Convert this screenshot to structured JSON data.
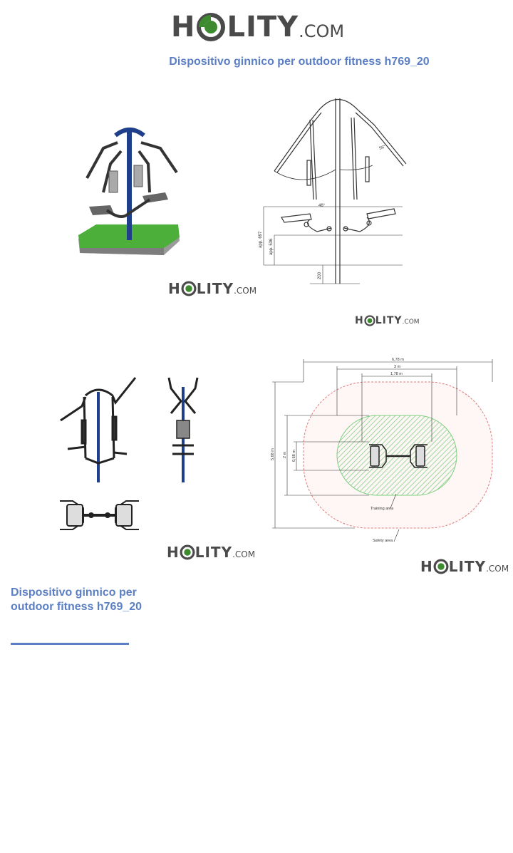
{
  "header": {
    "logo": {
      "brand_h": "H",
      "brand_rest": "LITY",
      "brand_suffix": ".COM"
    },
    "title": "Dispositivo ginnico per outdoor fitness h769_20"
  },
  "logos": {
    "small": {
      "brand_h": "H",
      "brand_rest": "LITY",
      "brand_suffix": ".COM"
    }
  },
  "drawing_side": {
    "angle_top": "56°",
    "angle_mid": "46°",
    "dim_outer": "app. 697",
    "dim_inner": "app. 536",
    "dim_base": "200"
  },
  "drawing_plan": {
    "dim_total_width": "6,78 m",
    "dim_mid_width": "3 m",
    "dim_inner_width": "1,78 m",
    "dim_total_height": "5,68 m",
    "dim_mid_height": "2 m",
    "dim_inner_height": "0,68 m",
    "label_training": "Training area",
    "label_safety": "Safety area"
  },
  "footer": {
    "title_line1": "Dispositivo ginnico per",
    "title_line2": "outdoor fitness h769_20"
  },
  "colors": {
    "accent": "#5b7fc4",
    "logo_green": "#3d8b2f",
    "logo_gray": "#4a4a4a",
    "post_blue": "#1f3f8a",
    "grass": "#4caf3a",
    "safety_red": "#e07a7a",
    "training_green": "#9ee0a0"
  }
}
